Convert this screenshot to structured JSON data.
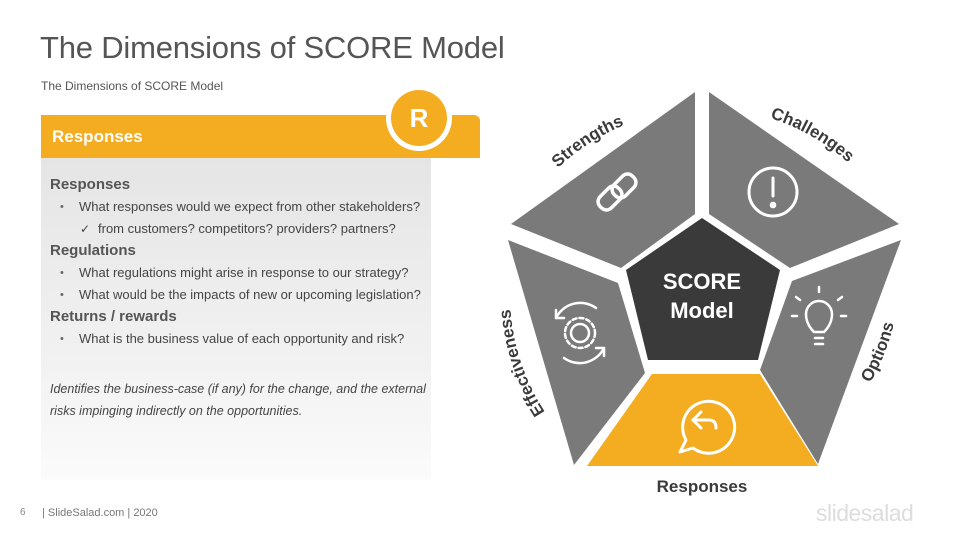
{
  "slide": {
    "title": "The Dimensions of SCORE Model",
    "subtitle": "The Dimensions  of SCORE Model"
  },
  "panel": {
    "header": "Responses",
    "badge_letter": "R",
    "accent_color": "#f4ac21",
    "sections": [
      {
        "heading": "Responses",
        "items": [
          {
            "type": "bullet",
            "text": "What responses would we expect from other stakeholders?"
          },
          {
            "type": "check",
            "text": "from customers? competitors? providers? partners?"
          }
        ]
      },
      {
        "heading": "Regulations",
        "items": [
          {
            "type": "bullet",
            "text": "What regulations might arise in response to our strategy?"
          },
          {
            "type": "bullet",
            "text": "What would be the impacts of new or upcoming legislation?"
          }
        ]
      },
      {
        "heading": "Returns / rewards",
        "items": [
          {
            "type": "bullet",
            "text": "What is the business value of each opportunity and risk?"
          }
        ]
      }
    ],
    "summary": "Identifies the business-case (if any) for the change, and the external risks impinging indirectly on the opportunities."
  },
  "diagram": {
    "center_line1": "SCORE",
    "center_line2": "Model",
    "segment_color": "#7a7a7a",
    "highlight_color": "#f4ac21",
    "center_color": "#3a3a3a",
    "segments": [
      {
        "label": "Strengths",
        "icon": "link-icon",
        "highlighted": false
      },
      {
        "label": "Challenges",
        "icon": "exclamation-circle-icon",
        "highlighted": false
      },
      {
        "label": "Options",
        "icon": "lightbulb-icon",
        "highlighted": false
      },
      {
        "label": "Responses",
        "icon": "reply-chat-icon",
        "highlighted": true
      },
      {
        "label": "Effectiveness",
        "icon": "gear-cycle-icon",
        "highlighted": false
      }
    ]
  },
  "footer": {
    "page_number": "6",
    "credit": "| SlideSalad.com | 2020",
    "logo": "slidesalad"
  }
}
